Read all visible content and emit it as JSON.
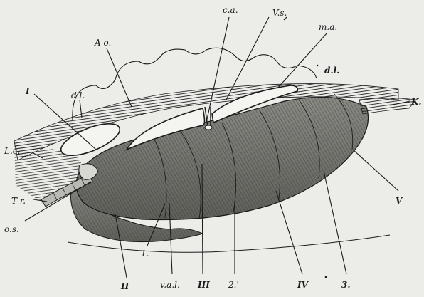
{
  "labels": {
    "ca": "c.a.",
    "vs": "V.s.",
    "ma": "m.a.",
    "ao": "A o.",
    "dl_left": "d.l.",
    "dl_right": "d.l.",
    "roman_1": "I",
    "k": "K.",
    "lc": "L.c.",
    "tr": "T r.",
    "os": "o.s.",
    "roman_2": "II",
    "num_1": "1.",
    "val": "v.a.l.",
    "roman_3": "III",
    "num_2": "2.'",
    "roman_4": "IV",
    "num_3": "3.",
    "roman_5": "V"
  },
  "colors": {
    "ink": "#1b1b1b",
    "paper": "#ecece8",
    "body_fill": "#7f7f79",
    "body_shadow": "#55554f",
    "sinus_fill": "#f4f4f0"
  }
}
